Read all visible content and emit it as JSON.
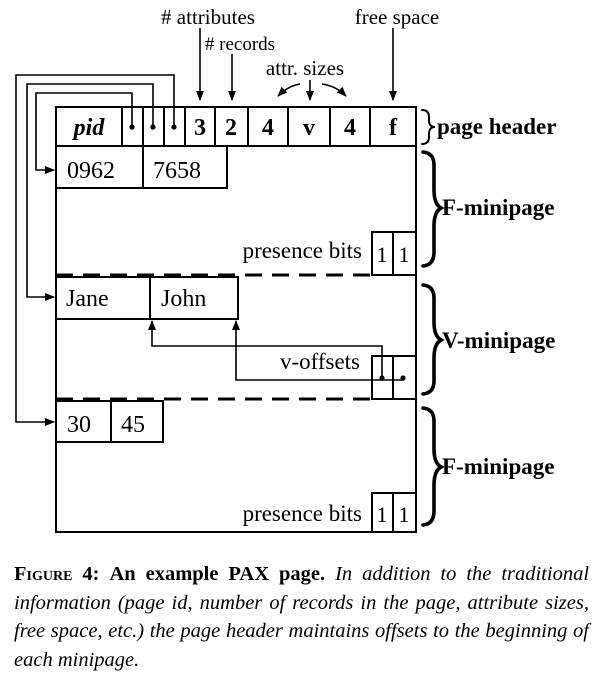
{
  "annotations": {
    "num_attributes": "# attributes",
    "num_records": "# records",
    "attr_sizes": "attr. sizes",
    "free_space": "free space"
  },
  "header": {
    "pid": "pid",
    "cells": [
      "3",
      "2",
      "4",
      "v",
      "4",
      "f"
    ]
  },
  "braces": {
    "page_header": "page header",
    "f_minipage_1": "F-minipage",
    "v_minipage": "V-minipage",
    "f_minipage_2": "F-minipage"
  },
  "minipage1": {
    "values": [
      "0962",
      "7658"
    ],
    "presence_label": "presence bits",
    "bits": [
      "1",
      "1"
    ]
  },
  "minipage2": {
    "values": [
      "Jane",
      "John"
    ],
    "offsets_label": "v-offsets"
  },
  "minipage3": {
    "values": [
      "30",
      "45"
    ],
    "presence_label": "presence bits",
    "bits": [
      "1",
      "1"
    ]
  },
  "caption": {
    "label": "Figure 4:",
    "title": "An example PAX page.",
    "body": "In addition to the traditional information (page id, number of records in the page, attribute sizes, free space, etc.) the page header maintains offsets to the beginning of each minipage."
  }
}
